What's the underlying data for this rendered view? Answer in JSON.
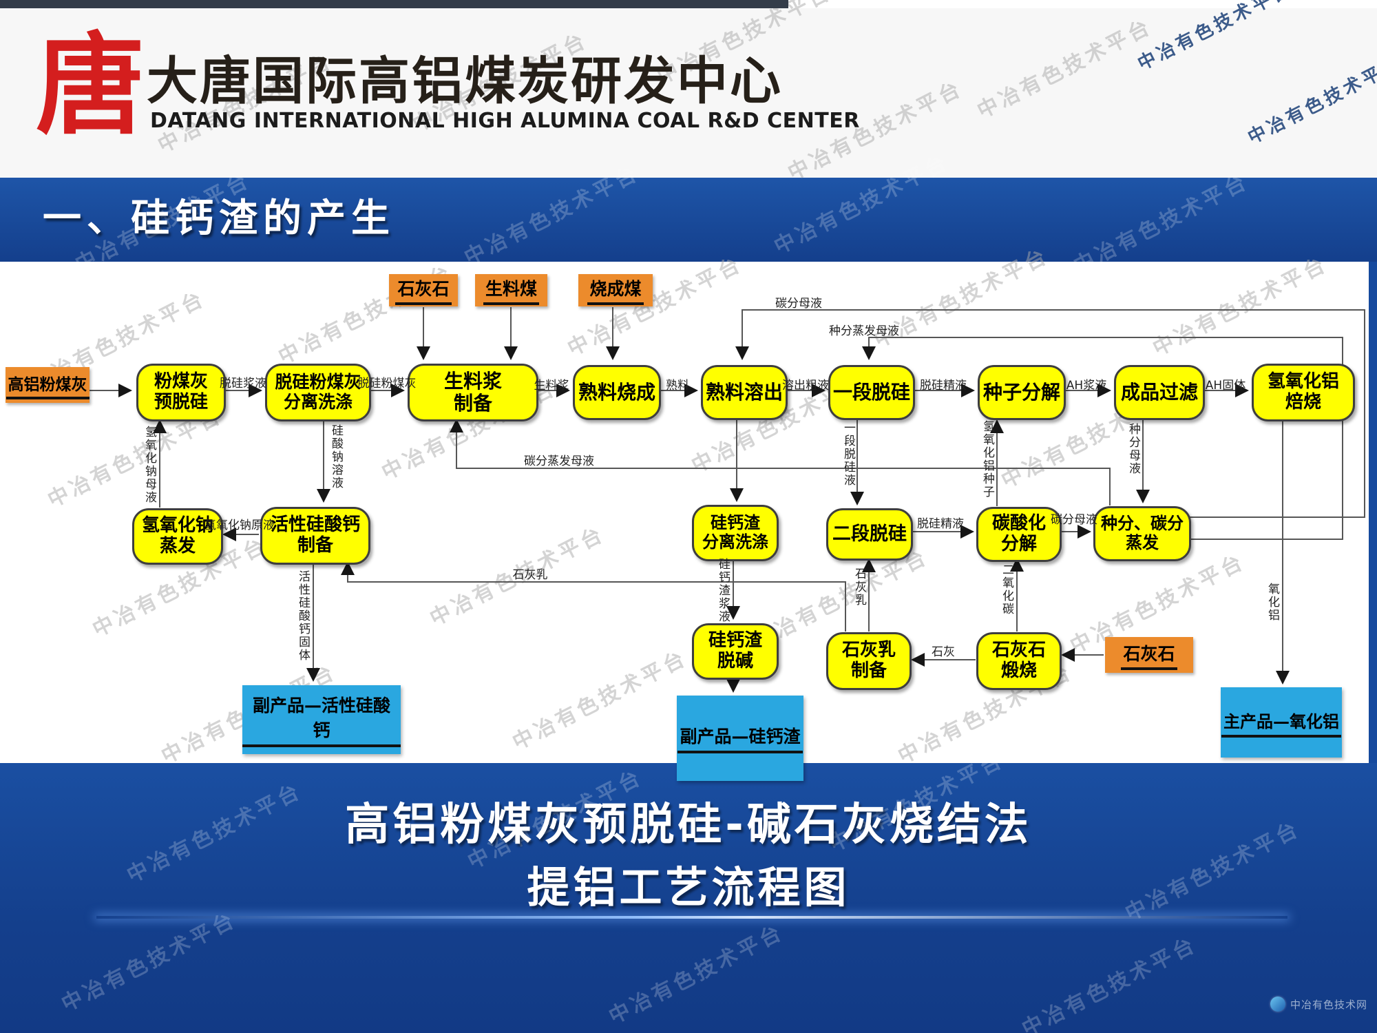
{
  "header": {
    "logo_char": "唐",
    "title_cn": "大唐国际高铝煤炭研发中心",
    "title_en": "DATANG INTERNATIONAL HIGH ALUMINA COAL R&D CENTER"
  },
  "section_title": "一、硅钙渣的产生",
  "footer": {
    "title_line1": "高铝粉煤灰预脱硅-碱石灰烧结法",
    "title_line2": "提铝工艺流程图",
    "credit": "中冶有色技术网"
  },
  "watermark": {
    "text": "中冶有色技术平台"
  },
  "colors": {
    "process_box": "#ffff00",
    "input_box": "#ec8b2c",
    "product_box": "#2aa7e0",
    "banner_blue": "#17479d",
    "logo_red": "#d41e1e"
  },
  "diagram": {
    "sources": {
      "limestone_top": "石灰石",
      "raw_coal": "生料煤",
      "sintering_coal": "烧成煤",
      "high_alumina_fly_ash": "高铝粉煤灰",
      "limestone_right": "石灰石"
    },
    "processes": {
      "pre_desilication": "粉煤灰\n预脱硅",
      "desilicated_ash_washing": "脱硅粉煤灰\n分离洗涤",
      "raw_slurry_prep": "生料浆\n制备",
      "clinker_sintering": "熟料烧成",
      "clinker_dissolution": "熟料溶出",
      "first_stage_desilication": "一段脱硅",
      "seed_decomposition": "种子分解",
      "product_filtration": "成品过滤",
      "ath_roasting": "氢氧化铝\n焙烧",
      "naoh_evaporation": "氢氧化钠\n蒸发",
      "active_casio3_prep": "活性硅酸钙\n制备",
      "slag_washing": "硅钙渣\n分离洗涤",
      "second_stage_desilication": "二段脱硅",
      "carbonation_decomposition": "碳酸化\n分解",
      "seed_carbon_evaporation": "种分、碳分\n蒸发",
      "slag_dealkalization": "硅钙渣\n脱碱",
      "lime_milk_prep": "石灰乳\n制备",
      "limestone_calcination": "石灰石\n煅烧"
    },
    "products": {
      "active_calcium_silicate": "副产品—活性硅酸钙",
      "calcium_silicate_slag": "副产品—硅钙渣",
      "alumina": "主产品—氧化铝"
    },
    "flow_labels": {
      "desilication_slurry": "脱硅浆液",
      "desilicated_fly_ash": "脱硅粉煤灰",
      "raw_slurry": "生料浆",
      "clinker": "熟料",
      "crude_liquor": "溶出粗液",
      "refined_liquor_1": "脱硅精液",
      "ah_slurry": "AH浆液",
      "ah_solid": "AH固体",
      "carbonation_mother_liquor_top": "碳分母液",
      "seed_evap_mother_liquor": "种分蒸发母液",
      "carbonation_evap_mother_liquor": "碳分蒸发母液",
      "naoh_raw_liquor": "氢氧化钠原液",
      "naoh_mother_liquor": "氢氧化钠母液",
      "sodium_silicate_solution": "硅酸钠溶液",
      "first_stage_liquor": "一段脱硅液",
      "ath_seed": "氢氧化铝种子",
      "seed_mother_liquor": "种分母液",
      "slag_slurry": "硅钙渣浆液",
      "lime_milk_h": "石灰乳",
      "lime_milk_v": "石灰乳",
      "refined_liquor_2": "脱硅精液",
      "carbonation_mother_liquor_2": "碳分母液",
      "lime": "石灰",
      "co2": "二氧化碳",
      "alumina_flow": "氧化铝",
      "active_casio3_solid": "活性硅酸钙固体"
    }
  }
}
